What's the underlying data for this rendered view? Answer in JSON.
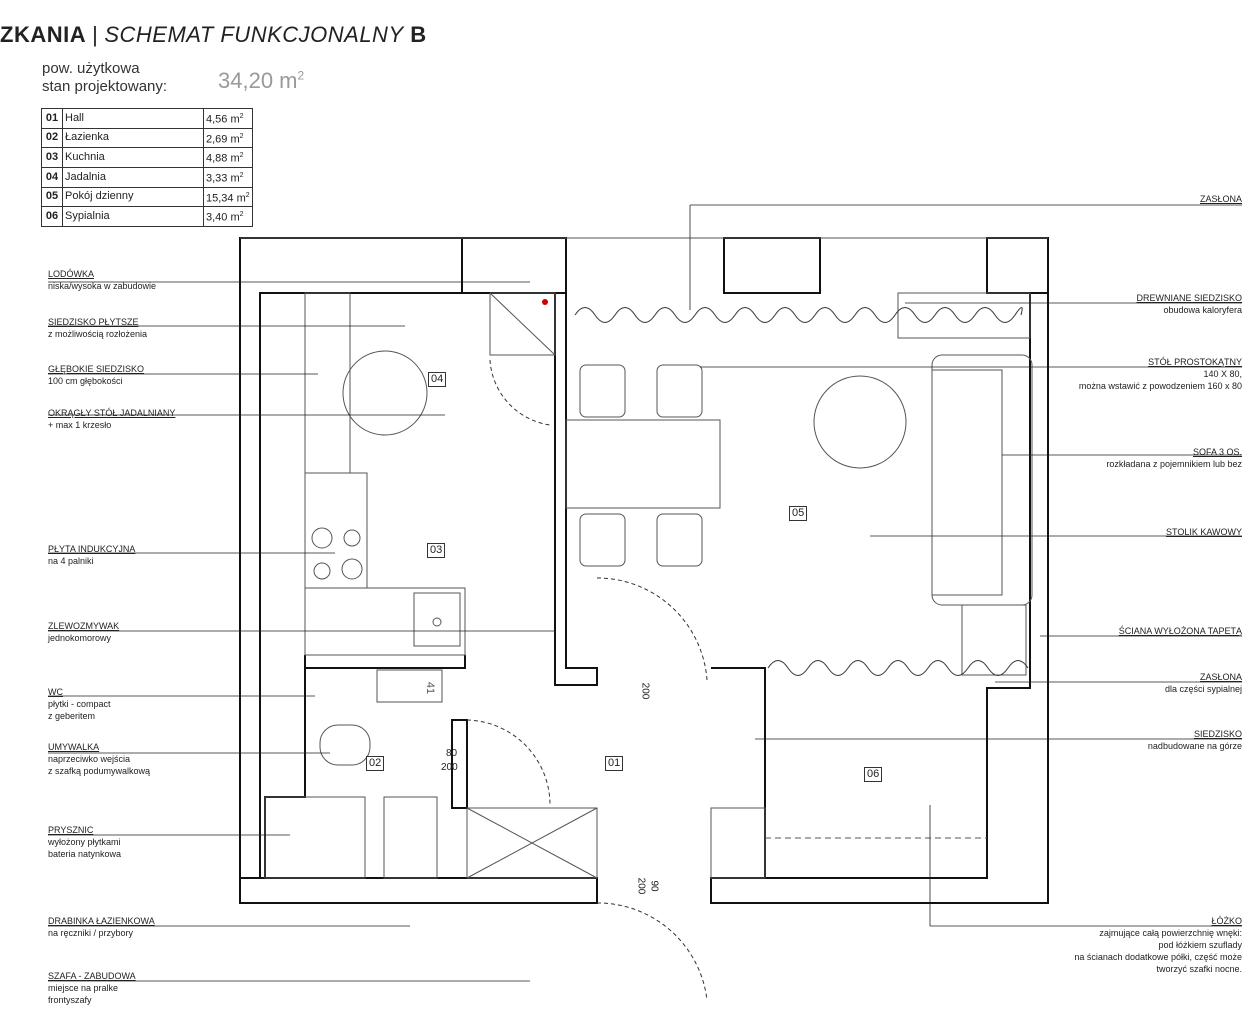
{
  "header": {
    "title_part1": "ZKANIA",
    "title_sep": "|",
    "title_part2": "SCHEMAT FUNKCJONALNY",
    "title_variant": "B"
  },
  "area": {
    "label_line1": "pow. użytkowa",
    "label_line2": "stan projektowany:",
    "value": "34,20 m",
    "unit_sup": "2"
  },
  "rooms": [
    {
      "no": "01",
      "name": "Hall",
      "area": "4,56 m"
    },
    {
      "no": "02",
      "name": "Łazienka",
      "area": "2,69 m"
    },
    {
      "no": "03",
      "name": "Kuchnia",
      "area": "4,88 m"
    },
    {
      "no": "04",
      "name": "Jadalnia",
      "area": "3,33 m"
    },
    {
      "no": "05",
      "name": "Pokój dzienny",
      "area": "15,34 m"
    },
    {
      "no": "06",
      "name": "Sypialnia",
      "area": "3,40 m"
    }
  ],
  "room_sup": "2",
  "plan_labels": {
    "r01": "01",
    "r02": "02",
    "r03": "03",
    "r04": "04",
    "r05": "05",
    "r06": "06"
  },
  "dimensions": {
    "d200a": "200",
    "d41": "41",
    "d80": "80",
    "d200b": "200",
    "d90": "90",
    "d200c": "200"
  },
  "left_notes": [
    {
      "head": "LODÓWKA",
      "sub": [
        "niska/wysoka w zabudowie"
      ]
    },
    {
      "head": "SIEDZISKO PŁYTSZE",
      "sub": [
        "z możliwością rozłożenia"
      ]
    },
    {
      "head": "GŁĘBOKIE SIEDZISKO",
      "sub": [
        "100 cm głębokości"
      ]
    },
    {
      "head": "OKRĄGŁY STÓŁ JADALNIANY",
      "sub": [
        "+ max 1 krzesło"
      ]
    },
    {
      "head": "PŁYTA INDUKCYJNA",
      "sub": [
        "na 4 palniki"
      ]
    },
    {
      "head": "ZLEWOZMYWAK",
      "sub": [
        "jednokomorowy"
      ]
    },
    {
      "head": "WC",
      "sub": [
        "płytki - compact",
        "z geberitem"
      ]
    },
    {
      "head": "UMYWALKA",
      "sub": [
        "naprzeciwko wejścia",
        "z szafką podumywalkową"
      ]
    },
    {
      "head": "PRYSZNIC",
      "sub": [
        "wyłożony płytkami",
        "bateria natynkowa"
      ]
    },
    {
      "head": "DRABINKA ŁAZIENKOWA",
      "sub": [
        "na ręczniki / przybory"
      ]
    },
    {
      "head": "SZAFA - ZABUDOWA",
      "sub": [
        "miejsce na pralke",
        "frontyszafy"
      ]
    }
  ],
  "right_notes": [
    {
      "head": "ZASŁONA",
      "sub": []
    },
    {
      "head": "DREWNIANE SIEDZISKO",
      "sub": [
        "obudowa kaloryfera"
      ]
    },
    {
      "head": "STÓŁ PROSTOKĄTNY",
      "sub": [
        "140 X 80,",
        "można wstawić z powodzeniem 160 x 80"
      ]
    },
    {
      "head": "SOFA 3 OS.",
      "sub": [
        "rozkładana z pojemnikiem lub bez"
      ]
    },
    {
      "head": "STOLIK KAWOWY",
      "sub": []
    },
    {
      "head": "ŚCIANA WYŁOŻONA TAPETĄ",
      "sub": []
    },
    {
      "head": "ZASŁONA",
      "sub": [
        "dla części sypialnej"
      ]
    },
    {
      "head": "SIEDZISKO",
      "sub": [
        "nadbudowane na górze"
      ]
    },
    {
      "head": "ŁÓŻKO",
      "sub": [
        "zajmujące całą powierzchnię wnęki:",
        "pod łóżkiem szuflady",
        "na ścianach dodatkowe półki, część może",
        "tworzyć szafki nocne."
      ]
    }
  ]
}
